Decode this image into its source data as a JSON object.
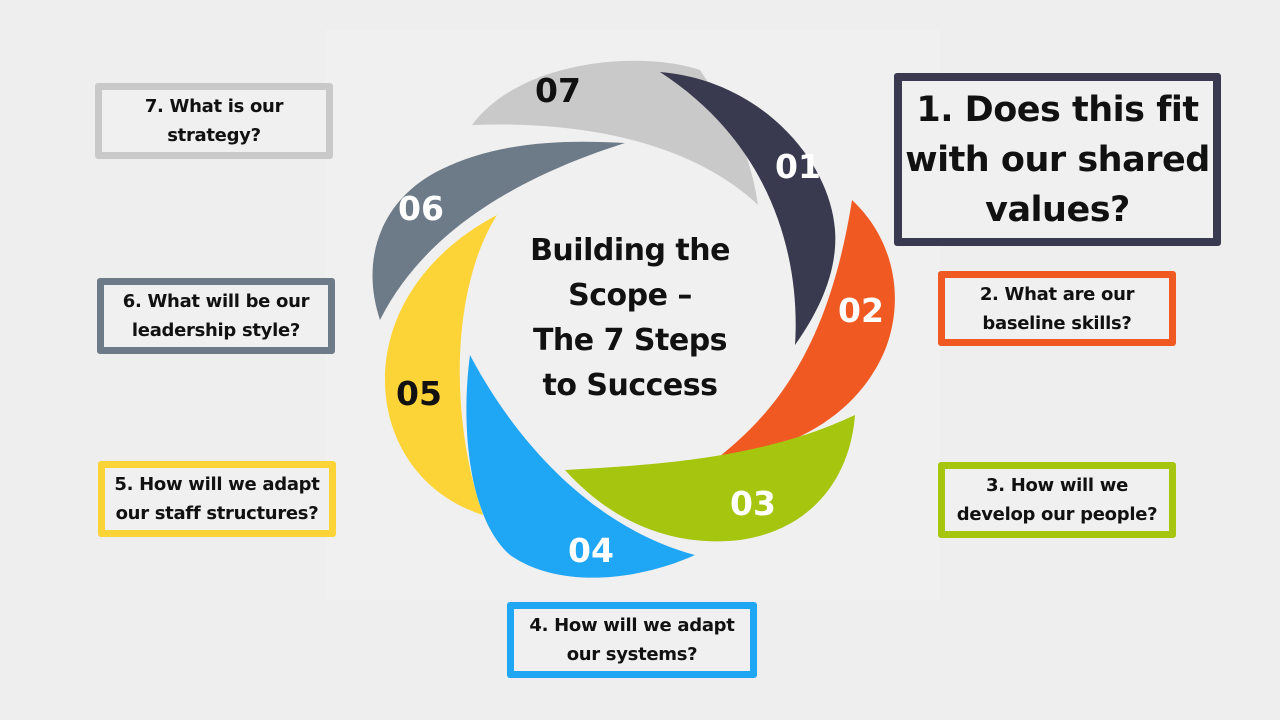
{
  "slide": {
    "center_title": "Building the\nScope –\nThe 7 Steps\nto Success"
  },
  "colors": {
    "step1": "#393a4f",
    "step2": "#f05a22",
    "step3": "#a5c50e",
    "step4": "#1fa6f4",
    "step5": "#fdd437",
    "step6": "#6d7b88",
    "step7": "#c9c9c9"
  },
  "steps": [
    {
      "number": "01",
      "question": "1. Does this fit\nwith our shared\nvalues?"
    },
    {
      "number": "02",
      "question": "2. What are our\nbaseline skills?"
    },
    {
      "number": "03",
      "question": "3. How will we\ndevelop our people?"
    },
    {
      "number": "04",
      "question": "4. How will we adapt\nour systems?"
    },
    {
      "number": "05",
      "question": "5. How will we adapt\nour staff structures?"
    },
    {
      "number": "06",
      "question": "6. What will be our\nleadership style?"
    },
    {
      "number": "07",
      "question": "7. What is our\nstrategy?"
    }
  ]
}
